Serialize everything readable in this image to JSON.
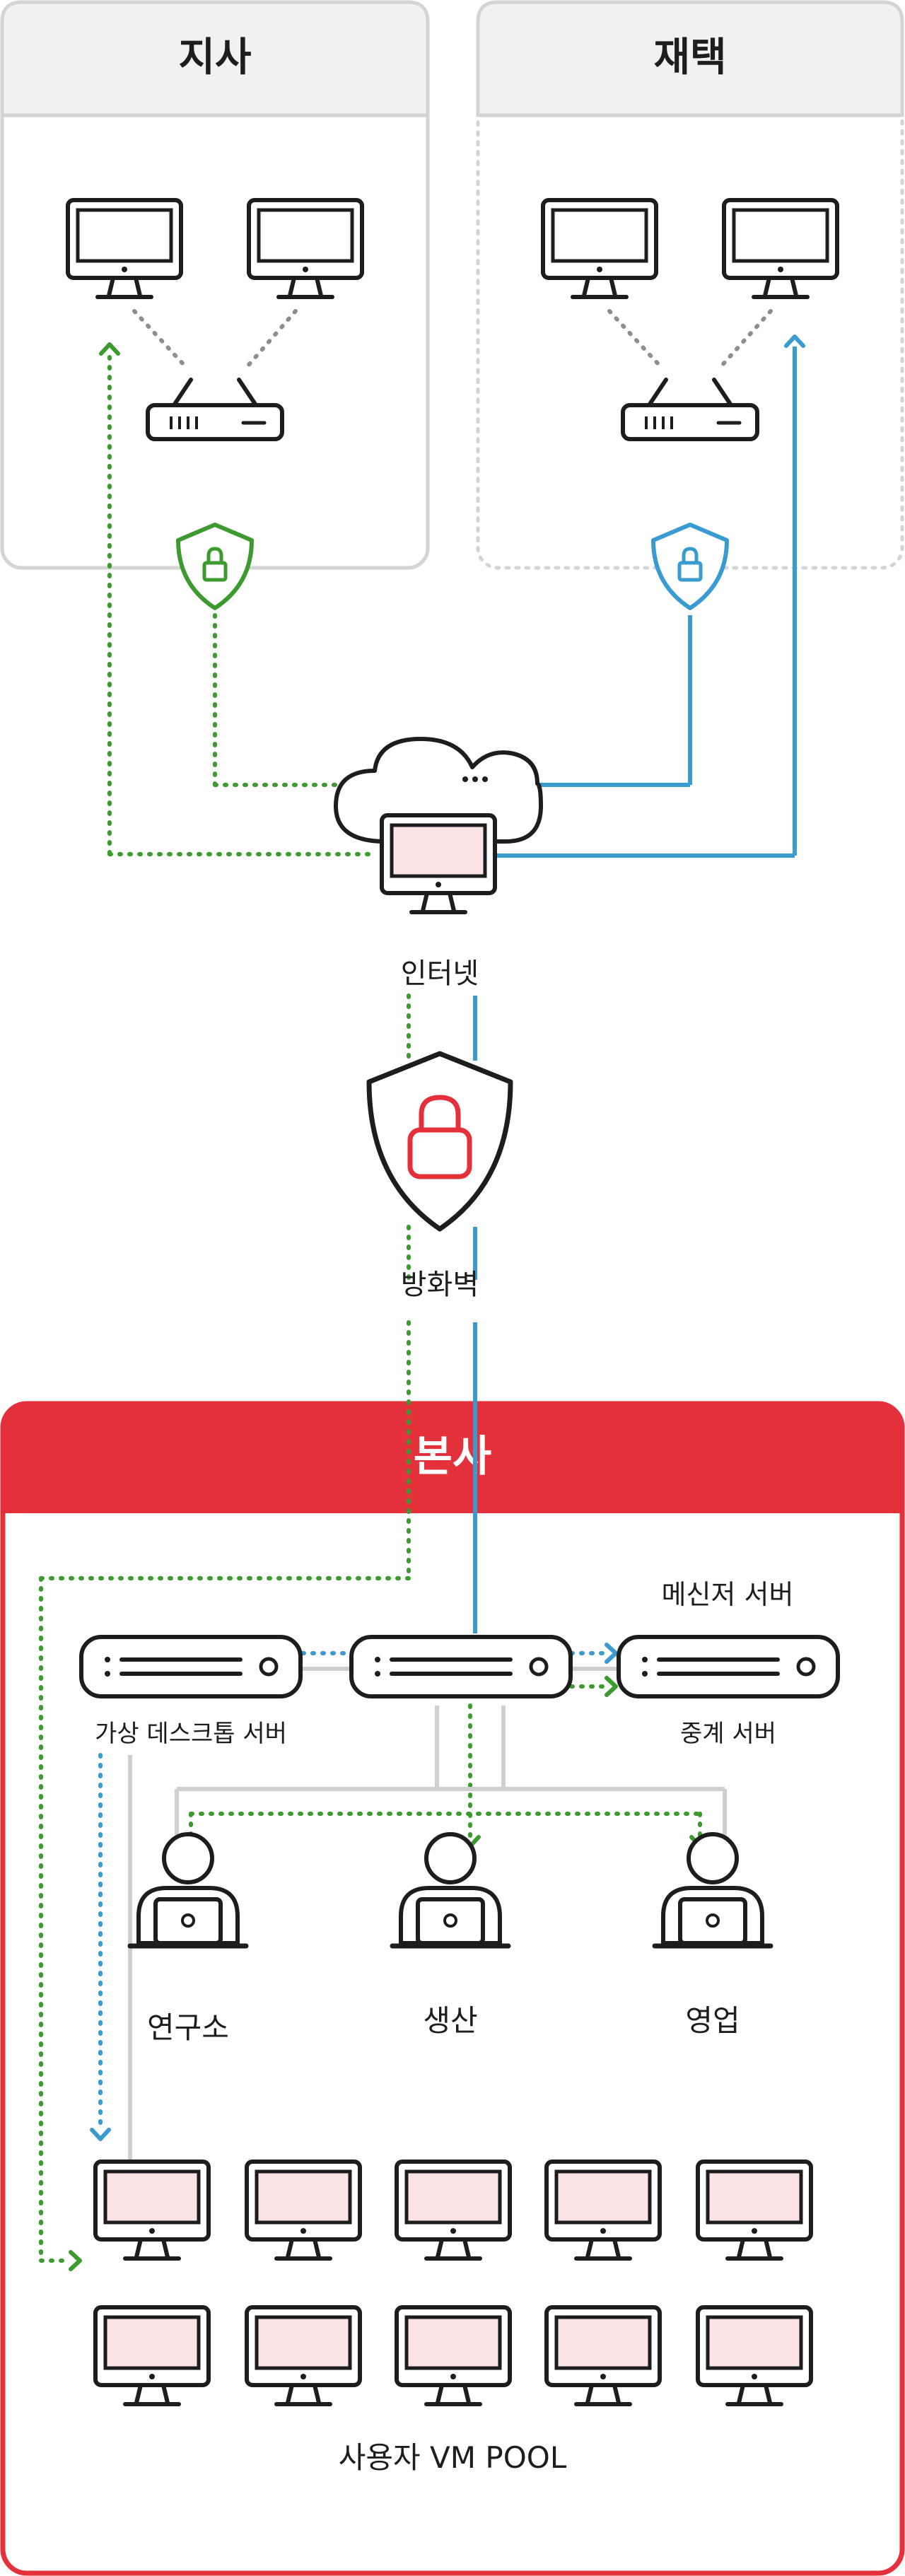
{
  "groups": {
    "branch": "지사",
    "home": "재택",
    "hq": "본사"
  },
  "labels": {
    "internet": "인터넷",
    "firewall": "방화벽",
    "messenger_server": "메신저 서버",
    "vdi_server": "가상 데스크톱 서버",
    "relay_server": "중계 서버",
    "research": "연구소",
    "production": "생산",
    "sales": "영업",
    "vm_pool": "사용자 VM POOL"
  },
  "colors": {
    "hq_red": "#e3303a",
    "green_path": "#3c9a2e",
    "blue_path": "#3a9bd0",
    "monitor_screen_pink": "#fde4e4",
    "gray_line": "#cfcfcf"
  },
  "icons": {
    "branch_shield": "shield-lock-icon-green",
    "home_shield": "shield-lock-icon-blue",
    "firewall": "shield-lock-icon-red",
    "internet": "cloud-monitor-icon"
  }
}
